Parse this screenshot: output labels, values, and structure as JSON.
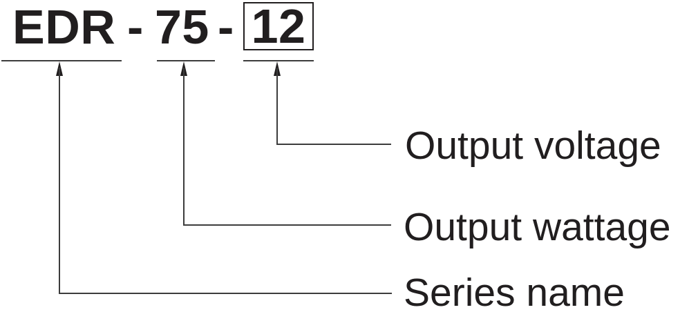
{
  "diagram": {
    "title_parts": {
      "series": "EDR",
      "sep1": "-",
      "wattage": "75",
      "sep2": "-",
      "voltage": "12"
    },
    "callouts": [
      {
        "key": "voltage",
        "label": "Output voltage",
        "points_to": "12"
      },
      {
        "key": "wattage",
        "label": "Output wattage",
        "points_to": "75"
      },
      {
        "key": "series",
        "label": "Series name",
        "points_to": "EDR"
      }
    ],
    "colors": {
      "ink": "#211e1f",
      "line": "#3c3c3c",
      "background": "#ffffff"
    }
  }
}
